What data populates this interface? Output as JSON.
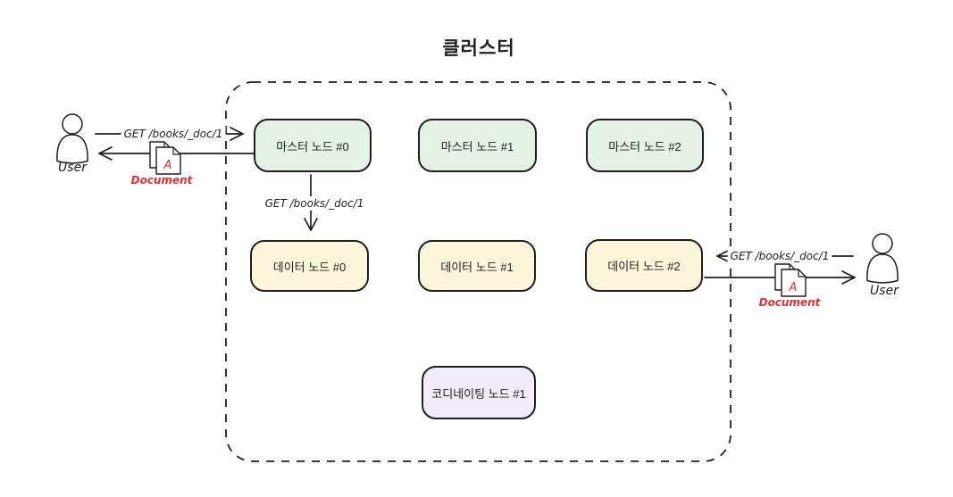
{
  "title": "클러스터",
  "colors": {
    "stroke": "#1e1e1e",
    "master_fill": "#e4f3e6",
    "data_fill": "#fcf7da",
    "coordinating_fill": "#f2ecf9",
    "accent_red": "#e03131"
  },
  "master_nodes": [
    {
      "label": "마스터 노드 #0"
    },
    {
      "label": "마스터 노드 #1"
    },
    {
      "label": "마스터 노드 #2"
    }
  ],
  "data_nodes": [
    {
      "label": "데이터 노드 #0"
    },
    {
      "label": "데이터 노드 #1"
    },
    {
      "label": "데이터 노드 #2"
    }
  ],
  "coordinating_nodes": [
    {
      "label": "코디네이팅 노드 #1"
    }
  ],
  "actors": {
    "left_user": {
      "label": "User"
    },
    "right_user": {
      "label": "User"
    }
  },
  "requests": {
    "left": {
      "label": "GET /books/_doc/1"
    },
    "internal": {
      "label": "GET /books/_doc/1"
    },
    "right": {
      "label": "GET /books/_doc/1"
    }
  },
  "documents": {
    "left": {
      "label": "Document",
      "letter": "A"
    },
    "right": {
      "label": "Document",
      "letter": "A"
    }
  }
}
